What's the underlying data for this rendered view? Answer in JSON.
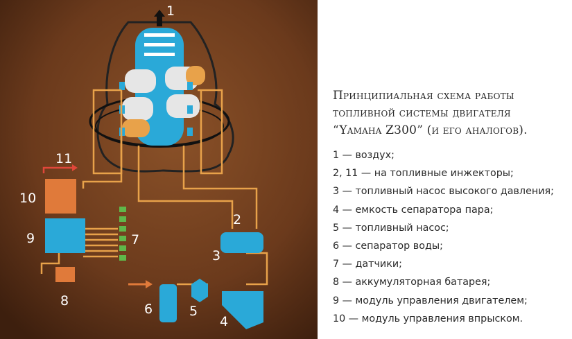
{
  "figure": {
    "labels": [
      "1",
      "2",
      "3",
      "4",
      "5",
      "6",
      "7",
      "8",
      "9",
      "10",
      "11"
    ]
  },
  "caption": {
    "title_lines": [
      "Принципиальная схема работы",
      "топливной системы двигателя",
      "“Yamaha Z300” (и его аналогов)."
    ],
    "legend": [
      "1 — воздух;",
      "2, 11 — на топливные инжекторы;",
      "3 — топливный насос высокого давления;",
      "4 — емкость сепаратора пара;",
      "5 — топливный насос;",
      "6 — сепаратор воды;",
      "7 — датчики;",
      "8 — аккумуляторная батарея;",
      "9 — модуль управления двигателем;",
      "10 — модуль управления впрыском."
    ]
  },
  "colors": {
    "background_brown": "#6b3a1c",
    "engine_blue": "#2aa9d8",
    "fuel_line_orange": "#e8a24a",
    "module_orange": "#e07a3a",
    "sensor_green": "#5fb84a"
  }
}
